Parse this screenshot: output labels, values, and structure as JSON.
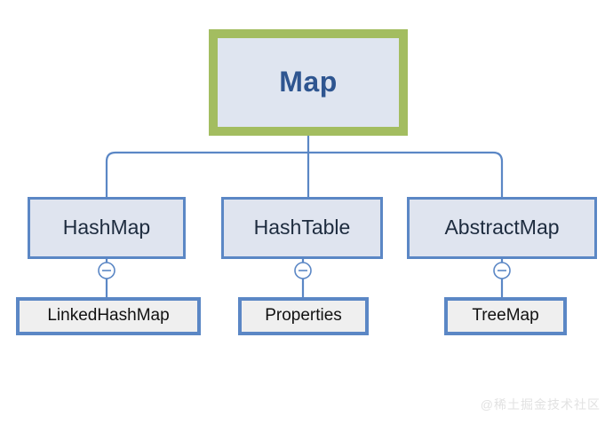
{
  "diagram": {
    "title": "Map",
    "type": "class-hierarchy-tree",
    "colors": {
      "root_border": "#a3bd60",
      "root_fill": "#dfe5f0",
      "root_text": "#2e5590",
      "node_border": "#5b87c5",
      "level2_fill": "#dfe4ef",
      "level3_fill": "#efefef",
      "connector": "#5b87c5",
      "background": "#ffffff",
      "watermark": "#e2e2e2"
    },
    "root": {
      "label": "Map"
    },
    "level2": [
      {
        "label": "HashMap"
      },
      {
        "label": "HashTable"
      },
      {
        "label": "AbstractMap"
      }
    ],
    "level3": [
      {
        "label": "LinkedHashMap"
      },
      {
        "label": "Properties"
      },
      {
        "label": "TreeMap"
      }
    ],
    "collapse_toggles": [
      {
        "icon": "minus-circle-icon",
        "glyph": "–",
        "for": "HashMap"
      },
      {
        "icon": "minus-circle-icon",
        "glyph": "–",
        "for": "HashTable"
      },
      {
        "icon": "minus-circle-icon",
        "glyph": "–",
        "for": "AbstractMap"
      }
    ]
  },
  "watermark": {
    "text": "@稀土掘金技术社区"
  }
}
